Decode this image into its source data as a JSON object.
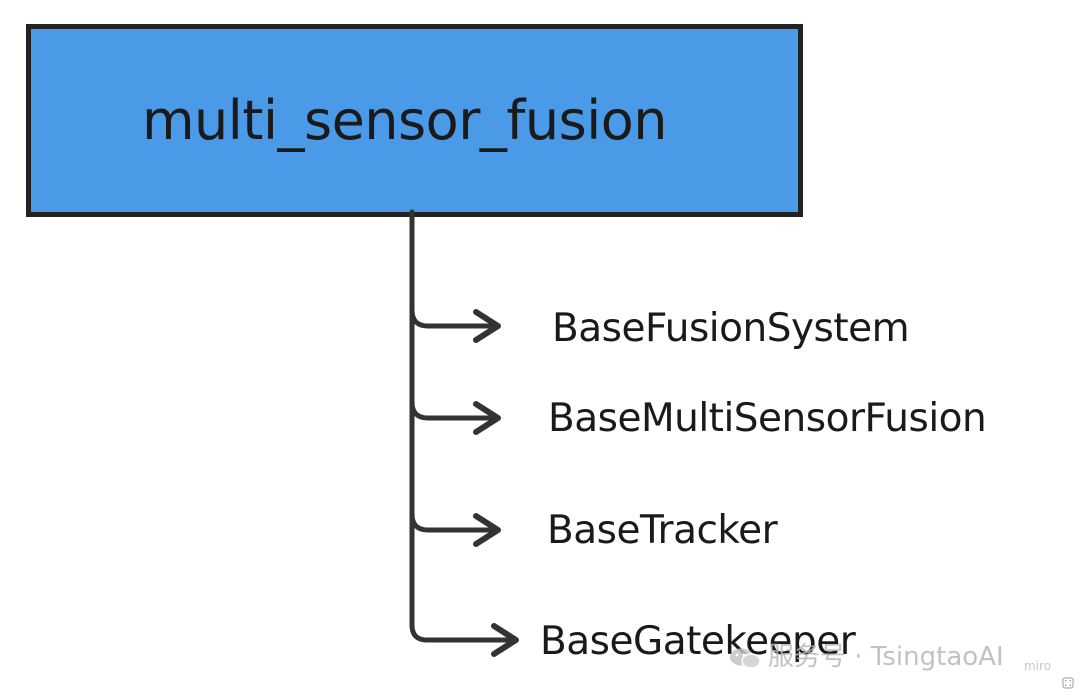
{
  "diagram": {
    "root": {
      "label": "multi_sensor_fusion",
      "fill": "#4a9ae8"
    },
    "children": [
      {
        "label": "BaseFusionSystem"
      },
      {
        "label": "BaseMultiSensorFusion"
      },
      {
        "label": "BaseTracker"
      },
      {
        "label": "BaseGatekeeper"
      }
    ],
    "connector_color": "#333333"
  },
  "watermark": {
    "text": "服务号 · TsingtaoAI",
    "icon": "wechat-icon"
  },
  "branding": {
    "miro": "miro"
  }
}
